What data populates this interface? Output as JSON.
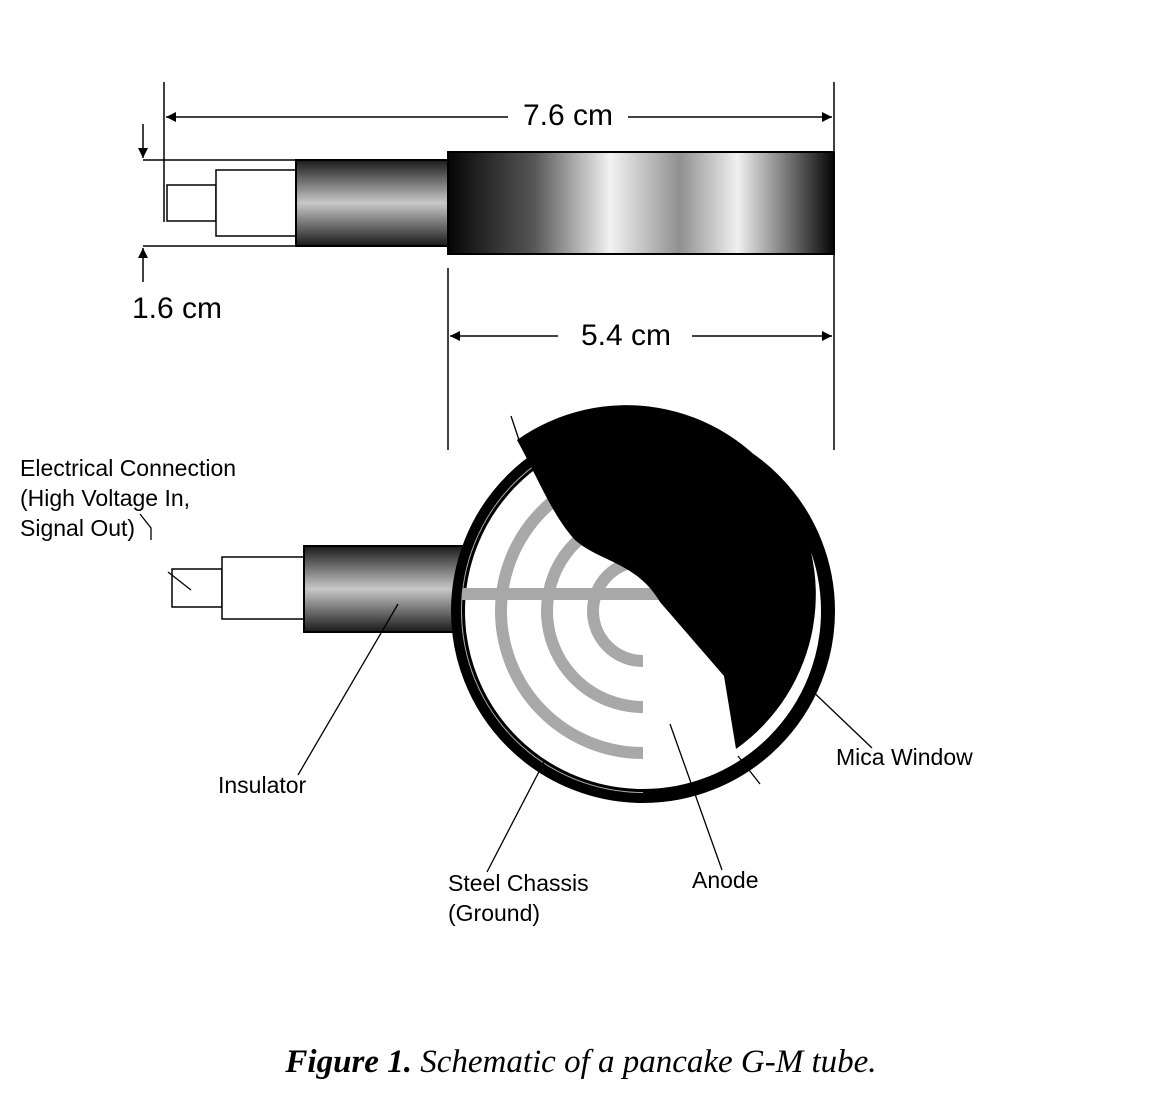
{
  "dimensions": {
    "overall_length": "7.6 cm",
    "height": "1.6 cm",
    "body_diameter": "5.4 cm"
  },
  "labels": {
    "electrical_connection": [
      "Electrical Connection",
      "(High Voltage In,",
      "Signal Out)"
    ],
    "insulator": "Insulator",
    "steel_chassis": [
      "Steel Chassis",
      "(Ground)"
    ],
    "anode": "Anode",
    "mica_window": "Mica Window"
  },
  "caption": {
    "number": "Figure 1.",
    "text": "Schematic of a pancake G-M tube."
  }
}
